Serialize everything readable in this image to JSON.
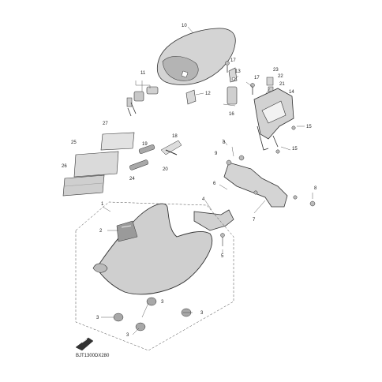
{
  "diagram": {
    "callouts": {
      "c1": "1",
      "c2": "2",
      "c3a": "3",
      "c3b": "3",
      "c3c": "3",
      "c3d": "3",
      "c4": "4",
      "c5": "5",
      "c6": "6",
      "c7": "7",
      "c8a": "8",
      "c8b": "8",
      "c9": "9",
      "c10": "10",
      "c11": "11",
      "c12": "12",
      "c13": "13",
      "c14": "14",
      "c15a": "15",
      "c15b": "15",
      "c16": "16",
      "c17a": "17",
      "c17b": "17",
      "c18": "18",
      "c19": "19",
      "c20": "20",
      "c21": "21",
      "c22": "22",
      "c23": "23",
      "c24": "24",
      "c25": "25",
      "c26": "26",
      "c27": "27"
    },
    "part_code": "BJT1300DX280",
    "colors": {
      "line": "#333333",
      "part_fill": "#d8d8d8",
      "part_dark": "#a8a8a8",
      "background": "#ffffff"
    }
  }
}
